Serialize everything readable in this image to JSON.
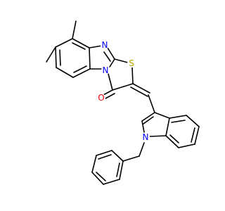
{
  "molecule": {
    "atom_labels": {
      "n_imidazole": "N",
      "n_bridge": "N",
      "s_thiazole": "S",
      "o_carbonyl": "O",
      "n_indole": "N"
    },
    "colors": {
      "bond": "#000000",
      "nitrogen": "#0000ff",
      "sulfur": "#b8a000",
      "oxygen": "#ff0000"
    }
  }
}
